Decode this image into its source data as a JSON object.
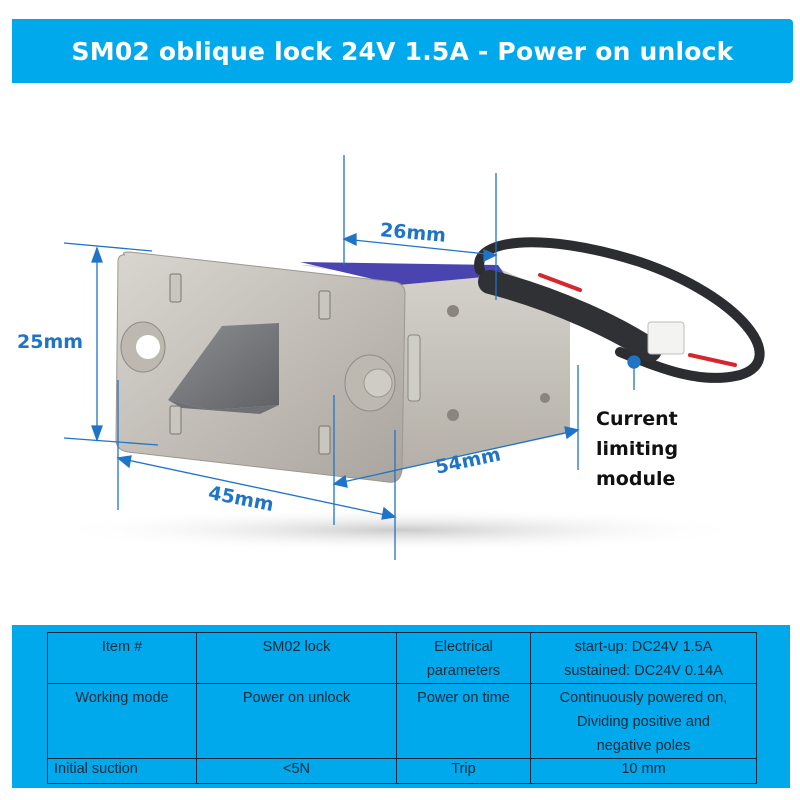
{
  "banner": {
    "title": "SM02 oblique lock 24V 1.5A - Power on unlock",
    "background": "#00a8ec"
  },
  "product_image": {
    "subject": "solenoid oblique lock with cable and current limiting module",
    "dimensions": {
      "height": "25mm",
      "top_depth": "26mm",
      "width": "45mm",
      "body_length": "54mm"
    },
    "callout": {
      "line1": "Current",
      "line2": "limiting",
      "line3": "module"
    },
    "dimension_color": "#1f74c8"
  },
  "spec_table": {
    "background": "#00a8ec",
    "rows": [
      {
        "label1": "Item #",
        "value1": "SM02 lock",
        "label2_line1": "Electrical",
        "label2_line2": "parameters",
        "value2_line1": "start-up: DC24V 1.5A",
        "value2_line2": "sustained: DC24V 0.14A"
      },
      {
        "label1": "Working mode",
        "value1": "Power on unlock",
        "label2_line1": "Power on time",
        "value2_line1": "Continuously powered on,",
        "value2_line2": "Dividing positive and",
        "value2_line3": "negative poles"
      },
      {
        "label1": "Initial suction",
        "value1": "<5N",
        "label2_line1": "Trip",
        "value2_line1": "10 mm"
      }
    ]
  }
}
